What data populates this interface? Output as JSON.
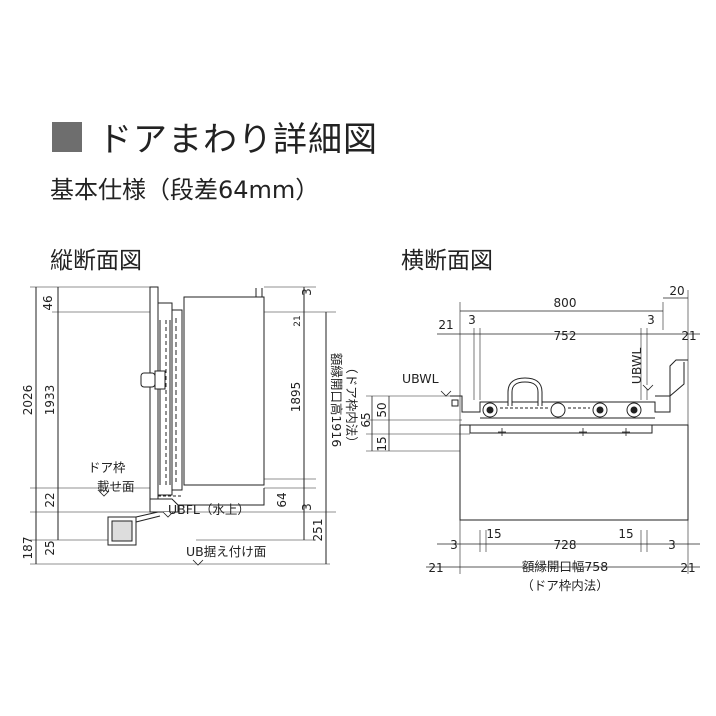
{
  "title": "ドアまわり詳細図",
  "subtitle": "基本仕様（段差64mm）",
  "vertical_section": {
    "title": "縦断面図",
    "dims_left": [
      "46",
      "1933",
      "2026",
      "22",
      "25",
      "187"
    ],
    "dims_right": [
      "3",
      "21",
      "1895",
      "3",
      "64",
      "251"
    ],
    "opening_height_label": "額縁開口高1916",
    "door_frame_inner_label": "（ドア枠内法）",
    "door_frame_seat_line1": "ドア枠",
    "door_frame_seat_line2": "載せ面",
    "ubfl_label": "UBFL（水上）",
    "ub_mount_label": "UB据え付け面"
  },
  "horizontal_section": {
    "title": "横断面図",
    "dims_top": [
      "800",
      "20",
      "21",
      "3",
      "752",
      "3",
      "21"
    ],
    "ubwl_left": "UBWL",
    "ubwl_right": "UBWL",
    "dims_left": [
      "65",
      "50",
      "15"
    ],
    "dims_bottom": [
      "3",
      "15",
      "728",
      "15",
      "3",
      "21",
      "21"
    ],
    "opening_width_label": "額縁開口幅758",
    "door_frame_inner_label": "（ドア枠内法）"
  }
}
